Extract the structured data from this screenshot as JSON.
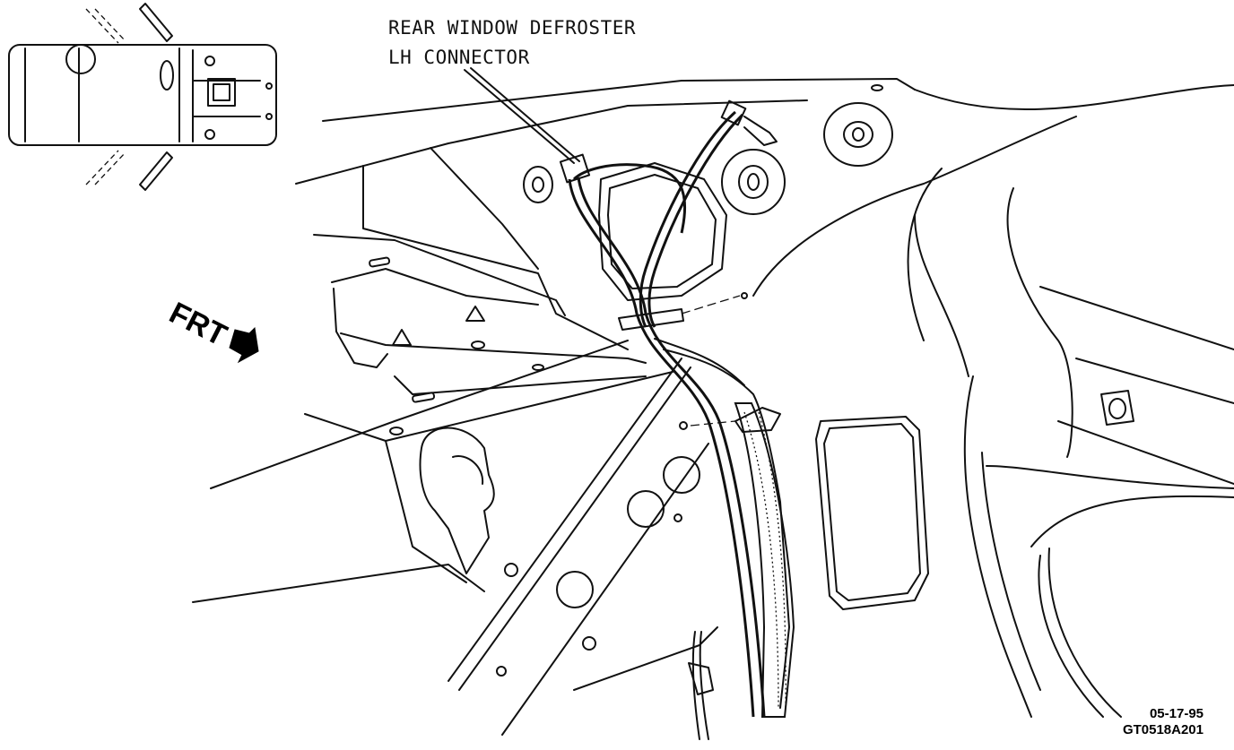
{
  "diagram": {
    "callout": {
      "line1": "REAR WINDOW DEFROSTER",
      "line2": "LH CONNECTOR"
    },
    "direction_label": "FRT",
    "date_code": "05-17-95",
    "figure_code": "GT0518A201",
    "colors": {
      "ink": "#111111",
      "paper": "#ffffff"
    }
  }
}
